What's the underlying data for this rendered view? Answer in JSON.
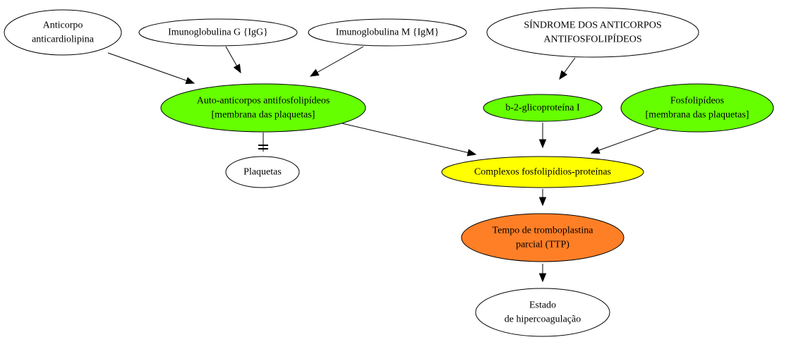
{
  "nodes": [
    {
      "id": "anticorpo",
      "lines": [
        "Anticorpo",
        "anticardiolipina"
      ],
      "fill": "#ffffff"
    },
    {
      "id": "igg",
      "lines": [
        "Imunoglobulina G {IgG}"
      ],
      "fill": "#ffffff"
    },
    {
      "id": "igm",
      "lines": [
        "Imunoglobulina M {IgM}"
      ],
      "fill": "#ffffff"
    },
    {
      "id": "sindrome",
      "lines": [
        "SÍNDROME DOS ANTICORPOS",
        "ANTIFOSFOLIPÍDEOS"
      ],
      "fill": "#ffffff"
    },
    {
      "id": "auto",
      "lines": [
        "Auto-anticorpos antifosfolipídeos",
        "[membrana das plaquetas]"
      ],
      "fill": "#66ff00"
    },
    {
      "id": "b2",
      "lines": [
        "b-2-glicoproteína I"
      ],
      "fill": "#66ff00"
    },
    {
      "id": "fosfo",
      "lines": [
        "Fosfolipídeos",
        "[membrana das plaquetas]"
      ],
      "fill": "#66ff00"
    },
    {
      "id": "plaquetas",
      "lines": [
        "Plaquetas"
      ],
      "fill": "#ffffff"
    },
    {
      "id": "complexos",
      "lines": [
        "Complexos fosfolipídios-proteínas"
      ],
      "fill": "#ffff00"
    },
    {
      "id": "ttp",
      "lines": [
        "Tempo de tromboplastina",
        "parcial (TTP)"
      ],
      "fill": "#ff7f27"
    },
    {
      "id": "estado",
      "lines": [
        "Estado",
        "de hipercoagulação"
      ],
      "fill": "#ffffff"
    }
  ],
  "edges": [
    {
      "from": "anticorpo",
      "to": "auto",
      "type": "arrow"
    },
    {
      "from": "igg",
      "to": "auto",
      "type": "arrow"
    },
    {
      "from": "igm",
      "to": "auto",
      "type": "arrow"
    },
    {
      "from": "sindrome",
      "to": "b2",
      "type": "arrow"
    },
    {
      "from": "auto",
      "to": "plaquetas",
      "type": "tee"
    },
    {
      "from": "auto",
      "to": "complexos",
      "type": "arrow"
    },
    {
      "from": "b2",
      "to": "complexos",
      "type": "arrow"
    },
    {
      "from": "fosfo",
      "to": "complexos",
      "type": "arrow"
    },
    {
      "from": "complexos",
      "to": "ttp",
      "type": "arrow"
    },
    {
      "from": "ttp",
      "to": "estado",
      "type": "arrow"
    }
  ]
}
